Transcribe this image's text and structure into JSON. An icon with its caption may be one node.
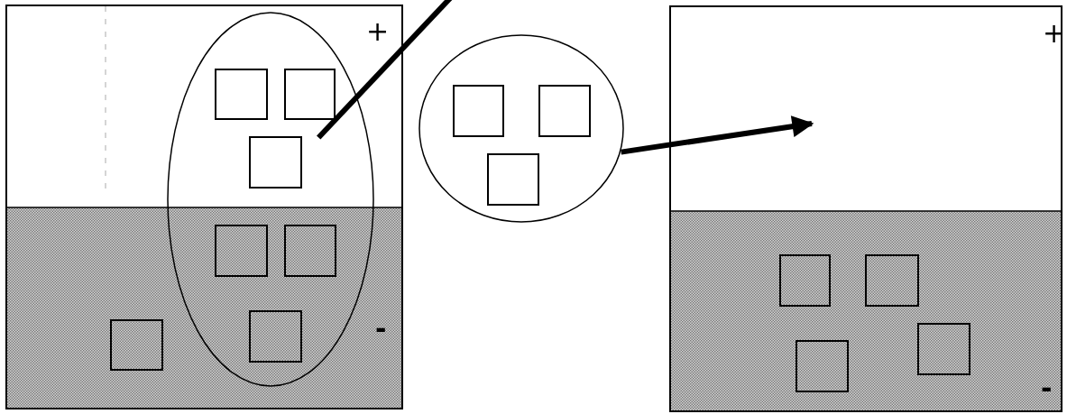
{
  "diagram": {
    "nodes": [
      {
        "text": [],
        "shape": "box"
      },
      {
        "text": [],
        "shape": "ellipse",
        "in": 0
      },
      {
        "text": [],
        "shape": "box",
        "in": 1
      },
      {
        "text": [],
        "shape": "box",
        "in": 1
      },
      {
        "text": [],
        "shape": "box",
        "in": 1
      },
      {
        "text": [],
        "shape": "box",
        "in": 1
      },
      {
        "text": [],
        "shape": "box",
        "in": 1
      },
      {
        "text": [],
        "shape": "box",
        "in": 1
      },
      {
        "text": [],
        "shape": "box",
        "in": 0
      },
      {
        "text": [],
        "shape": "circle"
      },
      {
        "text": [],
        "shape": "box",
        "in": 9
      },
      {
        "text": [],
        "shape": "box",
        "in": 9
      },
      {
        "text": [],
        "shape": "box",
        "in": 9
      },
      {
        "text": [],
        "shape": "box"
      },
      {
        "text": [],
        "shape": "box",
        "in": 13
      },
      {
        "text": [],
        "shape": "box",
        "in": 13
      },
      {
        "text": [],
        "shape": "box",
        "in": 13
      },
      {
        "text": [],
        "shape": "box",
        "in": 13
      }
    ],
    "edges": [
      {
        "from": 1,
        "to": null,
        "arrow": "none"
      },
      {
        "from": 9,
        "to": null,
        "arrow": "to"
      }
    ],
    "labels": [
      "+",
      "-",
      "+",
      "-"
    ]
  }
}
